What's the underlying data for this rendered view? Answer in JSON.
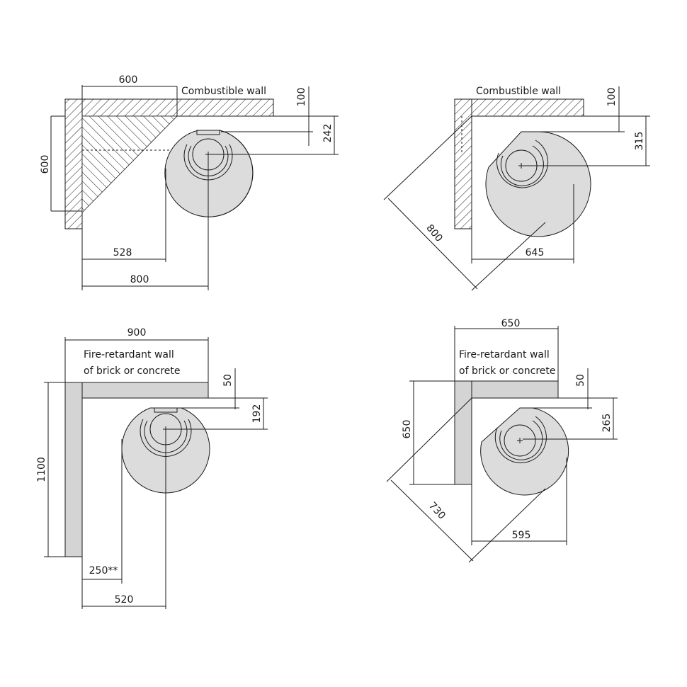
{
  "labels": {
    "combustible_wall": "Combustible wall",
    "fire_wall_line1": "Fire-retardant wall",
    "fire_wall_line2": "of brick or concrete"
  },
  "panel_tl": {
    "dim_600_top": "600",
    "dim_600_side": "600",
    "dim_100": "100",
    "dim_242": "242",
    "dim_528": "528",
    "dim_800": "800"
  },
  "panel_tr": {
    "dim_100": "100",
    "dim_315": "315",
    "dim_800": "800",
    "dim_645": "645"
  },
  "panel_bl": {
    "dim_900": "900",
    "dim_50": "50",
    "dim_192": "192",
    "dim_1100": "1100",
    "dim_250": "250**",
    "dim_520": "520"
  },
  "panel_br": {
    "dim_650_top": "650",
    "dim_50": "50",
    "dim_265": "265",
    "dim_650_side": "650",
    "dim_730": "730",
    "dim_595": "595"
  }
}
